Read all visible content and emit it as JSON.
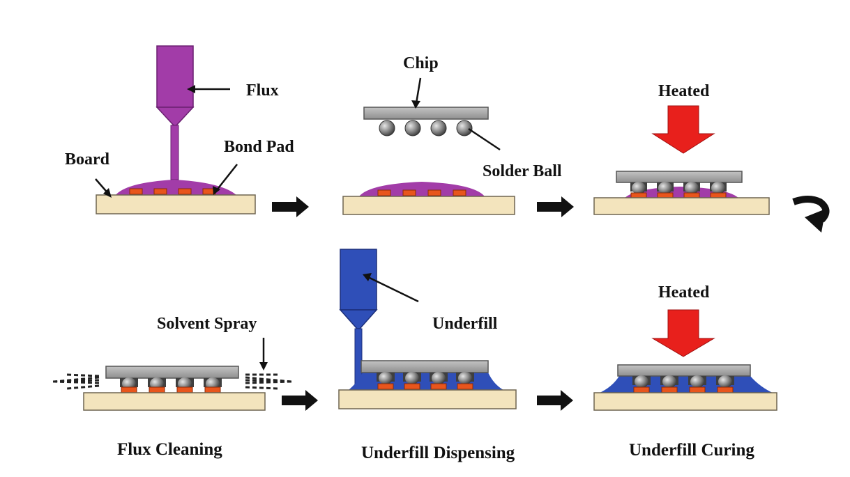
{
  "labels": {
    "flux": "Flux",
    "board": "Board",
    "bond_pad": "Bond Pad",
    "chip": "Chip",
    "solder_ball": "Solder Ball",
    "heated_top": "Heated",
    "solvent_spray": "Solvent Spray",
    "underfill": "Underfill",
    "heated_bottom": "Heated",
    "flux_cleaning": "Flux Cleaning",
    "underfill_dispensing": "Underfill Dispensing",
    "underfill_curing": "Underfill Curing"
  },
  "colors": {
    "board": "#f3e4bd",
    "board_stroke": "#6e6550",
    "flux": "#a23ca8",
    "bond_pad": "#e8551c",
    "chip": "#a9a9a9",
    "solder_ball": "#7a7a7a",
    "underfill": "#2f4fb8",
    "heat_arrow": "#e8201c",
    "arrow": "#111111"
  }
}
